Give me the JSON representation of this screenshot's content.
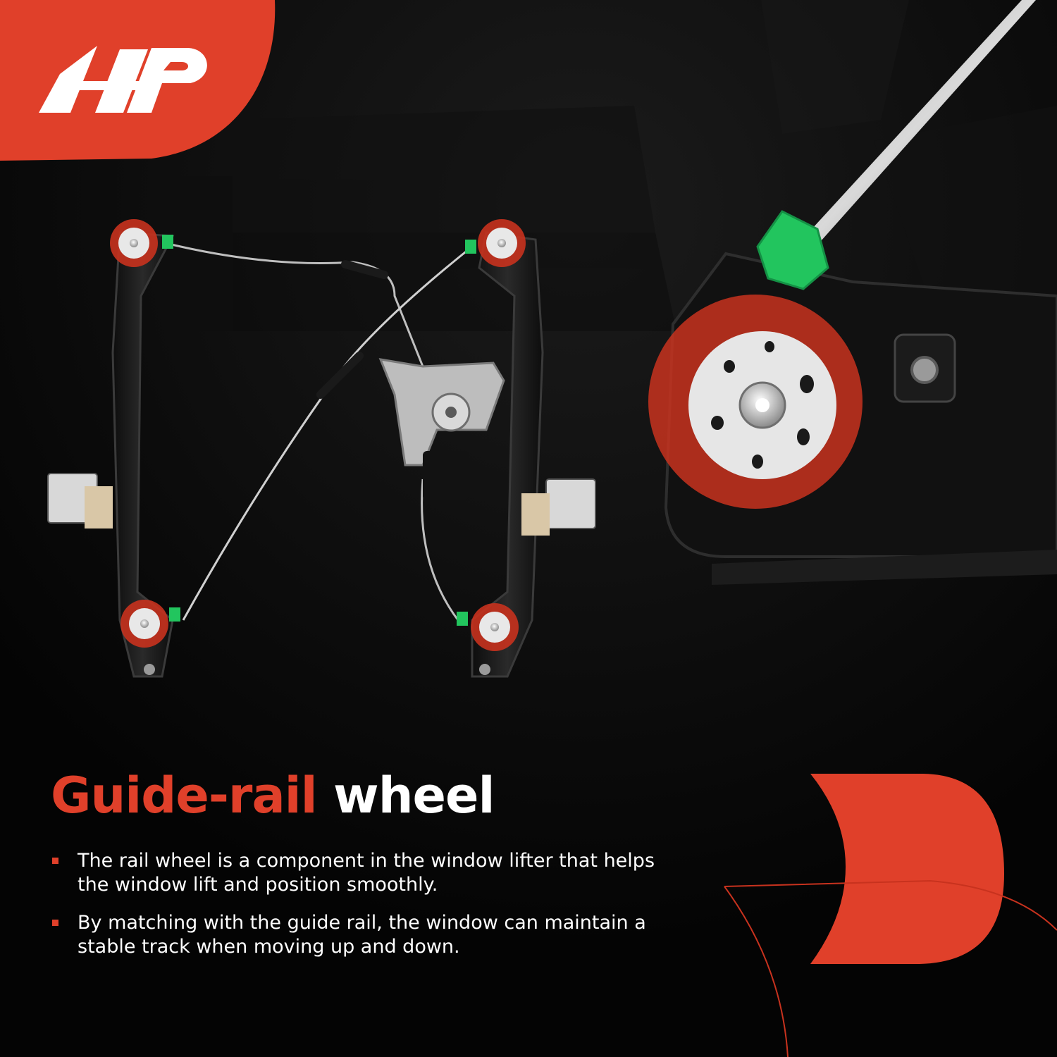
{
  "brand": {
    "logo_text": "A-P",
    "accent_color": "#e0402a",
    "highlight_color": "#c8321e",
    "clip_color": "#22c55e"
  },
  "headline": {
    "accent": "Guide-rail",
    "plain": "wheel"
  },
  "bullets": [
    "The rail wheel is a component in the window lifter that helps the window lift and position smoothly.",
    "By matching with the guide rail, the window can maintain a stable track when moving up and down."
  ],
  "icons": {
    "logo": "brand-logo",
    "bullet": "square-bullet-icon",
    "decor": "brand-d-shape"
  }
}
